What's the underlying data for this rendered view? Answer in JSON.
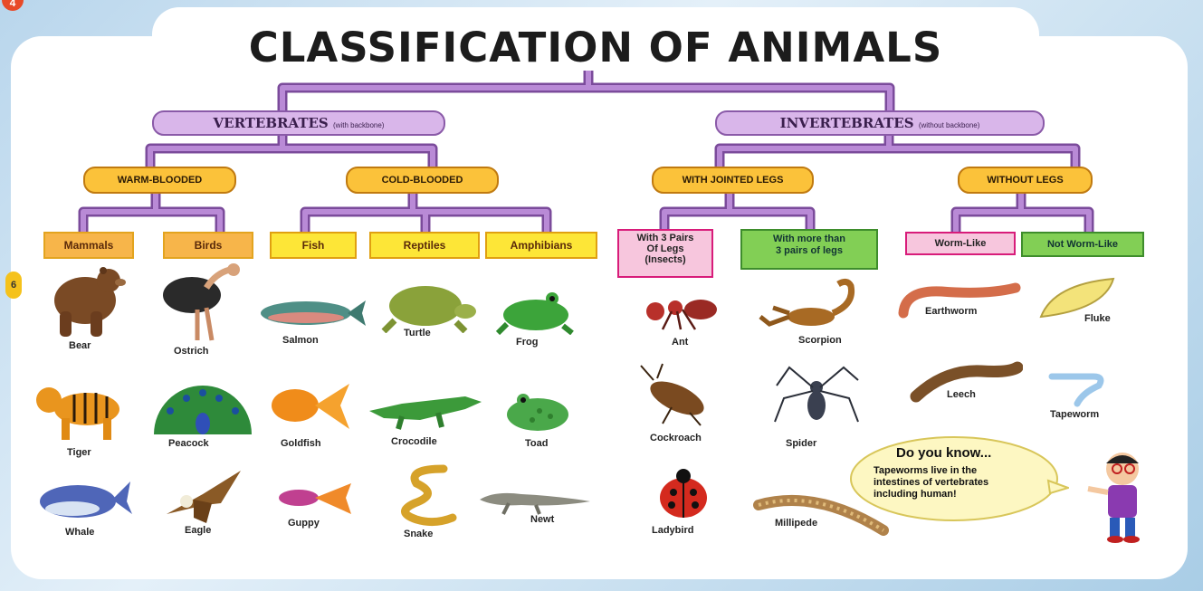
{
  "page_number": "4",
  "side_number": "6",
  "title": "CLASSIFICATION OF ANIMALS",
  "vertebrates": {
    "name": "VERTEBRATES",
    "note": "(with backbone)"
  },
  "invertebrates": {
    "name": "INVERTEBRATES",
    "note": "(without backbone)"
  },
  "groups": {
    "warm": "WARM-BLOODED",
    "cold": "COLD-BLOODED",
    "jointed": "WITH JOINTED LEGS",
    "nolegs": "WITHOUT LEGS"
  },
  "classes": {
    "mammals": "Mammals",
    "birds": "Birds",
    "fish": "Fish",
    "reptiles": "Reptiles",
    "amphibians": "Amphibians",
    "insects": [
      "With 3 Pairs",
      "Of Legs",
      "(Insects)"
    ],
    "more_legs": [
      "With more than",
      "3 pairs of legs"
    ],
    "worm_like": "Worm-Like",
    "not_worm_like": "Not Worm-Like"
  },
  "animals": {
    "bear": "Bear",
    "tiger": "Tiger",
    "whale": "Whale",
    "ostrich": "Ostrich",
    "peacock": "Peacock",
    "eagle": "Eagle",
    "salmon": "Salmon",
    "goldfish": "Goldfish",
    "guppy": "Guppy",
    "turtle": "Turtle",
    "crocodile": "Crocodile",
    "snake": "Snake",
    "frog": "Frog",
    "toad": "Toad",
    "newt": "Newt",
    "ant": "Ant",
    "cockroach": "Cockroach",
    "ladybird": "Ladybird",
    "scorpion": "Scorpion",
    "spider": "Spider",
    "millipede": "Millipede",
    "earthworm": "Earthworm",
    "leech": "Leech",
    "fluke": "Fluke",
    "tapeworm": "Tapeworm"
  },
  "did_you_know": {
    "heading": "Do you know...",
    "lines": [
      "Tapeworms live in the",
      "intestines of vertebrates",
      "including human!"
    ]
  },
  "colors": {
    "connector": "#a66bc4",
    "category_pill": "#d9b6ea",
    "group_pill": "#fbc23a",
    "class_box": "#fde637",
    "insect_box": "#f7c6dd",
    "leg_box": "#82cf55"
  }
}
